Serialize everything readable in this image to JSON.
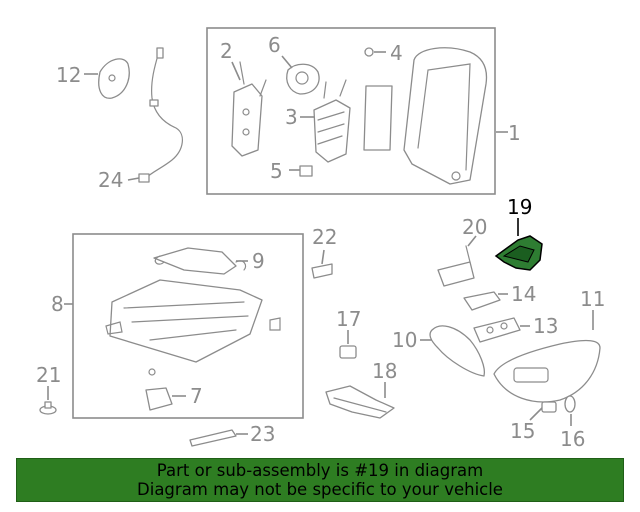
{
  "diagram": {
    "highlighted_part": "19",
    "colors": {
      "line": "#8c8c8c",
      "highlight_fill": "#2e7d32",
      "highlight_text": "#000000",
      "banner_bg": "#2e7d22"
    },
    "callouts": {
      "c1": "1",
      "c2": "2",
      "c3": "3",
      "c4": "4",
      "c5": "5",
      "c6": "6",
      "c7": "7",
      "c8": "8",
      "c9": "9",
      "c10": "10",
      "c11": "11",
      "c12": "12",
      "c13": "13",
      "c14": "14",
      "c15": "15",
      "c16": "16",
      "c17": "17",
      "c18": "18",
      "c19": "19",
      "c20": "20",
      "c21": "21",
      "c22": "22",
      "c23": "23",
      "c24": "24"
    }
  },
  "banner": {
    "line1": "Part or sub-assembly is #19 in diagram",
    "line2": "Diagram may not be specific to your vehicle"
  }
}
